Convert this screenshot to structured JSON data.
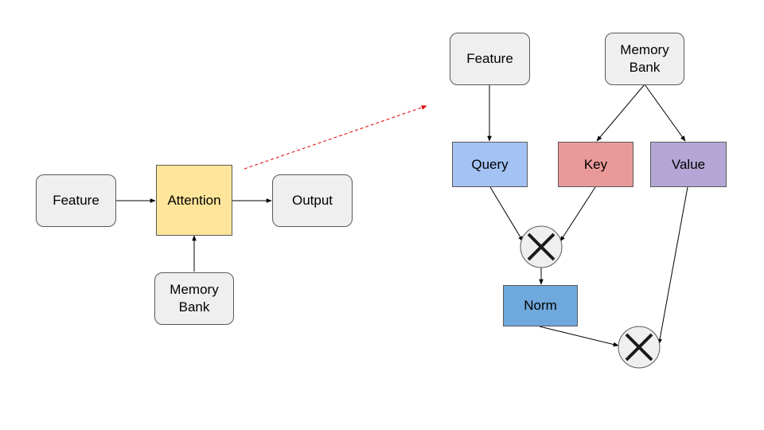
{
  "overview": {
    "feature": "Feature",
    "attention": "Attention",
    "output": "Output",
    "memory_bank": "Memory\nBank"
  },
  "detail": {
    "feature": "Feature",
    "memory_bank": "Memory\nBank",
    "query": "Query",
    "key": "Key",
    "value": "Value",
    "norm": "Norm"
  },
  "colors": {
    "node_gray": "#efefef",
    "attention": "#ffe599",
    "query": "#a4c2f4",
    "key": "#ea9999",
    "value": "#b4a7d6",
    "norm": "#6fa8dc",
    "zoom_arrow": "#e00000"
  }
}
